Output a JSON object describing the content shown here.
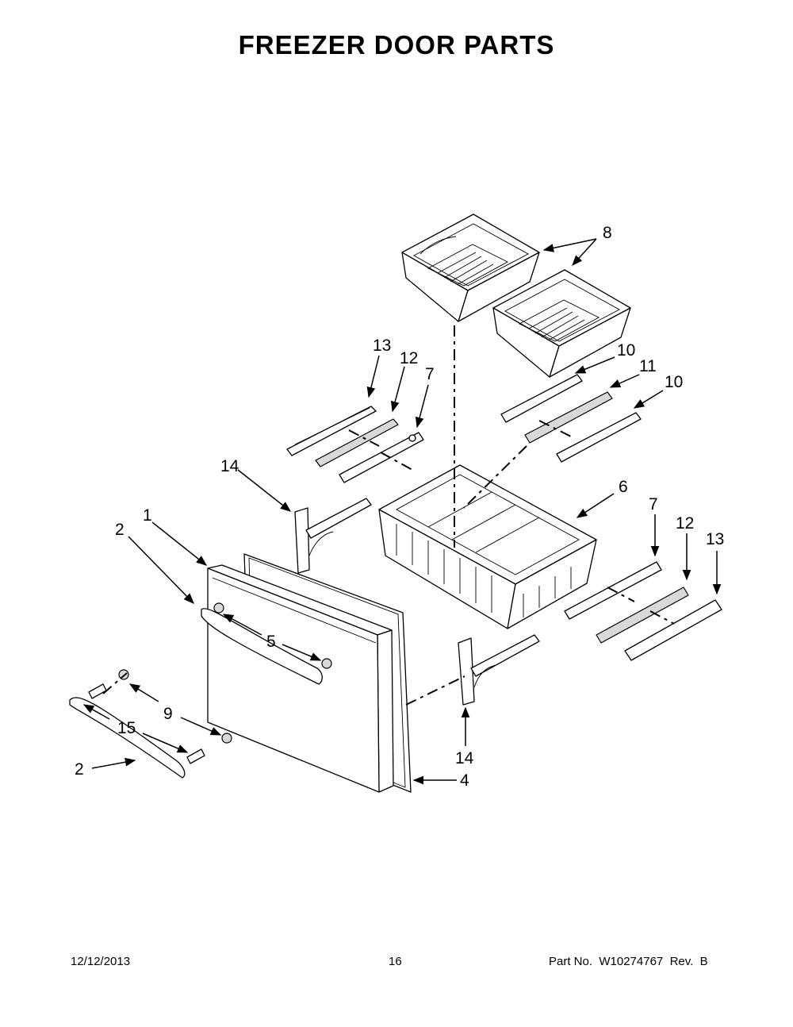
{
  "page": {
    "title": "FREEZER DOOR PARTS",
    "footer": {
      "date": "12/12/2013",
      "page_number": "16",
      "part_number": "Part No.  W10274767  Rev.  B"
    }
  },
  "callouts": {
    "c1": "1",
    "c2a": "2",
    "c2b": "2",
    "c4": "4",
    "c5": "5",
    "c6": "6",
    "c7a": "7",
    "c7b": "7",
    "c8": "8",
    "c9": "9",
    "c10a": "10",
    "c10b": "10",
    "c11": "11",
    "c12a": "12",
    "c12b": "12",
    "c13a": "13",
    "c13b": "13",
    "c14a": "14",
    "c14b": "14",
    "c15": "15"
  }
}
